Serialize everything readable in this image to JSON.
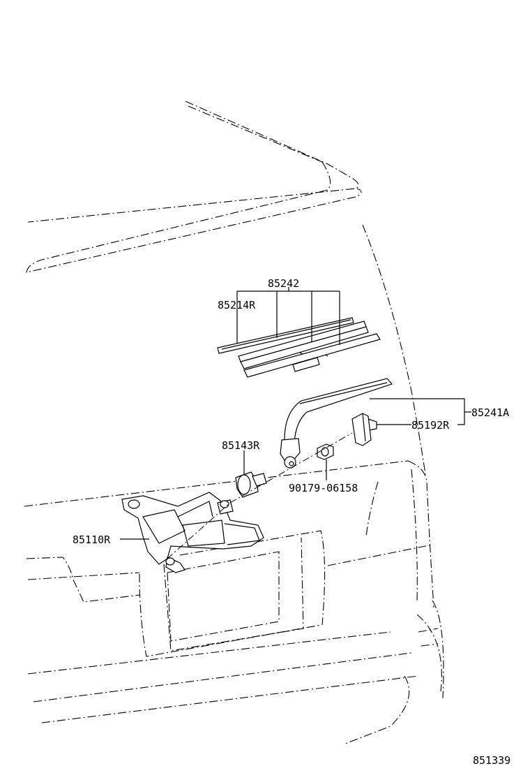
{
  "diagram": {
    "labels": {
      "wiper_blade_assy": "85242",
      "wiper_blade_rubber": "85214R",
      "wiper_arm": "85241A",
      "arm_cover": "85192R",
      "pivot_cap": "85143R",
      "nut": "90179-06158",
      "wiper_motor": "85110R",
      "illustration_number": "851339"
    }
  }
}
